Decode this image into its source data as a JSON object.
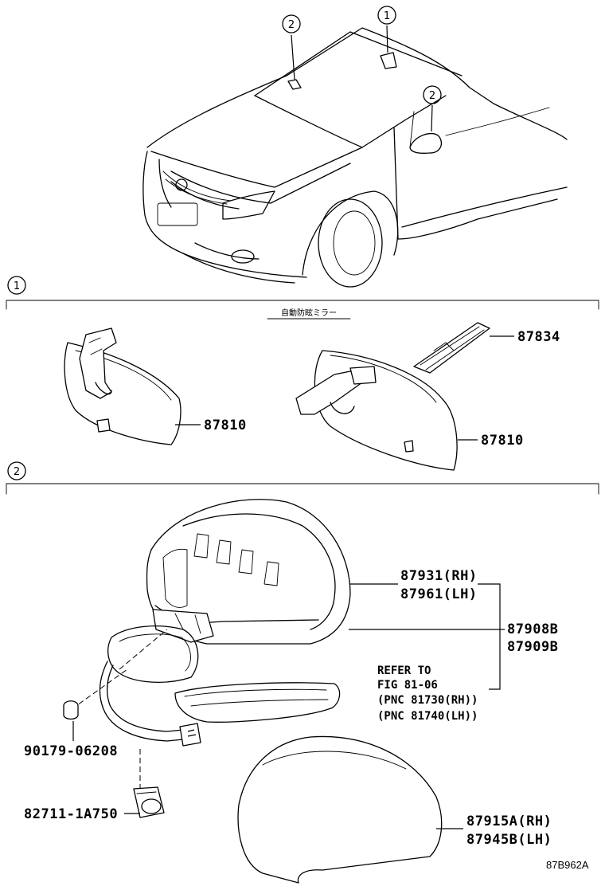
{
  "header_note": "自動防眩ミラー",
  "sections": [
    {
      "id": "section-1",
      "callout": "1"
    },
    {
      "id": "section-2",
      "callout": "2"
    }
  ],
  "car_callouts": [
    "1",
    "2",
    "2"
  ],
  "parts": {
    "p87834": "87834",
    "p87810_left": "87810",
    "p87810_right": "87810",
    "p87931": "87931(RH)",
    "p87961": "87961(LH)",
    "p87908": "87908B",
    "p87909": "87909B",
    "p90179": "90179-06208",
    "p82711": "82711-1A750",
    "p87915": "87915A(RH)",
    "p87945": "87945B(LH)"
  },
  "refer": {
    "line1": "REFER TO",
    "line2": "FIG 81-06",
    "line3": "(PNC 81730(RH))",
    "line4": "(PNC 81740(LH))"
  },
  "figure_code": "87B962A"
}
